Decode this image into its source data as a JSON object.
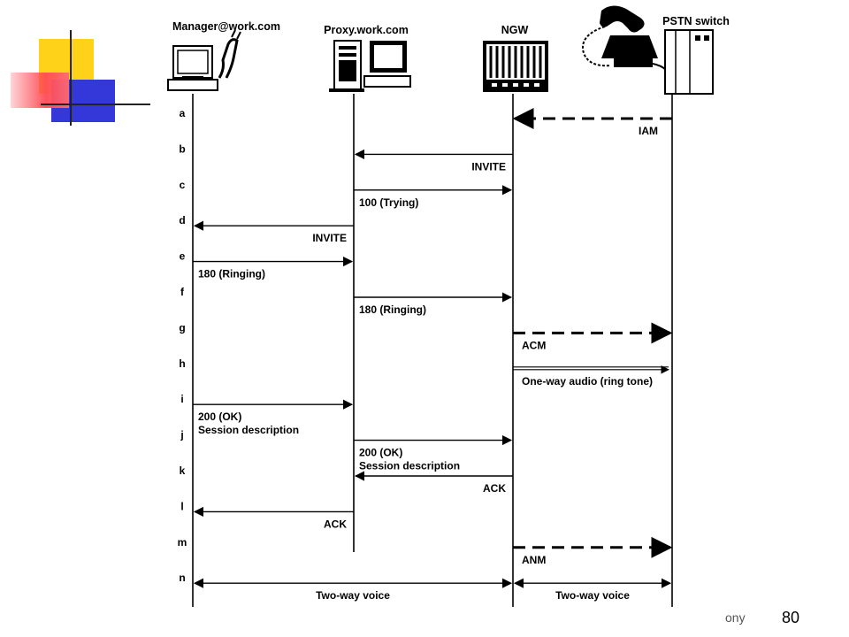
{
  "slide": {
    "page_number": "80",
    "footer_fragment": "ony",
    "accent_colors": {
      "yellow": "#ffd21a",
      "red": "#ff4a55",
      "blue": "#3438d8"
    }
  },
  "diagram": {
    "participants": [
      {
        "id": "manager",
        "label": "Manager@work.com"
      },
      {
        "id": "proxy",
        "label": "Proxy.work.com"
      },
      {
        "id": "ngw",
        "label": "NGW"
      },
      {
        "id": "pstn",
        "label": "PSTN switch"
      }
    ],
    "rows": [
      "a",
      "b",
      "c",
      "d",
      "e",
      "f",
      "g",
      "h",
      "i",
      "j",
      "k",
      "l",
      "m",
      "n"
    ],
    "messages": [
      {
        "row": "a",
        "from": "pstn",
        "to": "ngw",
        "style": "dashed",
        "label_lines": [
          "IAM"
        ]
      },
      {
        "row": "b",
        "from": "ngw",
        "to": "proxy",
        "style": "solid",
        "label_lines": [
          "INVITE"
        ]
      },
      {
        "row": "c",
        "from": "proxy",
        "to": "ngw",
        "style": "solid",
        "label_lines": [
          "100 (Trying)"
        ]
      },
      {
        "row": "d",
        "from": "proxy",
        "to": "manager",
        "style": "solid",
        "label_lines": [
          "INVITE"
        ]
      },
      {
        "row": "e",
        "from": "manager",
        "to": "proxy",
        "style": "solid",
        "label_lines": [
          "180 (Ringing)"
        ]
      },
      {
        "row": "f",
        "from": "proxy",
        "to": "ngw",
        "style": "solid",
        "label_lines": [
          "180 (Ringing)"
        ]
      },
      {
        "row": "g",
        "from": "ngw",
        "to": "pstn",
        "style": "dashed",
        "label_lines": [
          "ACM"
        ]
      },
      {
        "row": "h",
        "from": "ngw",
        "to": "pstn",
        "style": "double",
        "label_lines": [
          "One-way audio (ring tone)"
        ]
      },
      {
        "row": "i",
        "from": "manager",
        "to": "proxy",
        "style": "solid",
        "label_lines": [
          "200 (OK)",
          "Session description"
        ]
      },
      {
        "row": "j",
        "from": "proxy",
        "to": "ngw",
        "style": "solid",
        "label_lines": [
          "200 (OK)",
          "Session description"
        ]
      },
      {
        "row": "k",
        "from": "ngw",
        "to": "proxy",
        "style": "solid",
        "label_lines": [
          "ACK"
        ]
      },
      {
        "row": "l",
        "from": "proxy",
        "to": "manager",
        "style": "solid",
        "label_lines": [
          "ACK"
        ]
      },
      {
        "row": "m",
        "from": "ngw",
        "to": "pstn",
        "style": "dashed",
        "label_lines": [
          "ANM"
        ]
      },
      {
        "row": "n",
        "from": "manager",
        "to": "ngw",
        "style": "bidirectional",
        "label_lines": [
          "Two-way voice"
        ]
      },
      {
        "row": "n",
        "from": "ngw",
        "to": "pstn",
        "style": "bidirectional",
        "label_lines": [
          "Two-way voice"
        ]
      }
    ]
  }
}
